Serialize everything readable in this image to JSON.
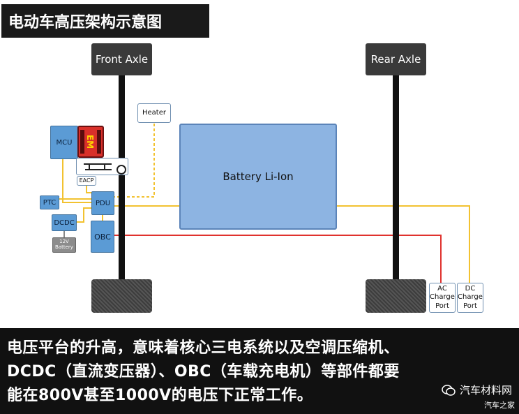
{
  "title": "电动车高压架构示意图",
  "front_axle_label": "Front Axle",
  "rear_axle_label": "Rear Axle",
  "components": {
    "heater": "Heater",
    "mcu": "MCU",
    "motor": "EM",
    "eacp": "EACP",
    "ptc": "PTC",
    "pdu": "PDU",
    "dcdc": "DCDC",
    "battery_12v": "12V Battery",
    "obc": "OBC",
    "battery_main": "Battery Li-Ion",
    "ac_charge_port": "AC Charge Port",
    "dc_charge_port": "DC Charge Port"
  },
  "caption": {
    "line1": "电压平台的升高，意味着核心三电系统以及空调压缩机、",
    "line2": "DCDC（直流变压器）、OBC（车载充电机）等部件都要",
    "line3": "能在800V甚至1000V的电压下正常工作。"
  },
  "watermark": {
    "wechat": "汽车材料网",
    "site": "汽车之家"
  },
  "colors": {
    "hv_line": "#f2c230",
    "ac_line": "#e0322e",
    "lv_line": "#f2c230"
  }
}
